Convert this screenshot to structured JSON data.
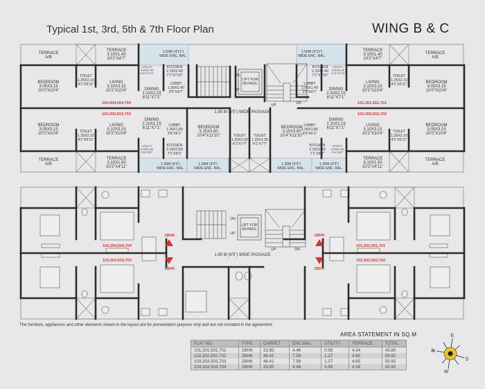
{
  "header": {
    "title": "Typical 1st, 3rd, 5th & 7th Floor Plan",
    "wing": "WING B & C"
  },
  "colors": {
    "background": "#e8e8ea",
    "wall": "#2b2b2b",
    "flat_label": "#d9322e",
    "balcony_tint": "#d7e3ea",
    "compass_fill": "#e8c23a"
  },
  "top_plan": {
    "rooms_left": {
      "terrace_ab_top": "TERRACE\nA/B",
      "terrace_top": {
        "name": "TERRACE",
        "m": "3.10X1.40",
        "ft": "10'2\"X4'7\""
      },
      "enc_bal_top": {
        "m": "1.50M (4'11\")",
        "desc": "WIDE ENC. BAL."
      },
      "utility_top": {
        "name": "UTILITY",
        "m": "0.90X2.40",
        "ft": "2'11\"X7'10\""
      },
      "kitchen_top": {
        "name": "KITCHEN",
        "m": "2.15X2.40",
        "ft": "7'1\"X7'10\""
      },
      "bedroom_top": {
        "name": "BEDROOM",
        "m": "3.05X3.15",
        "ft": "10'0\"X10'4\""
      },
      "toilet_top": {
        "name": "TOILET",
        "m": "1.25X2.10",
        "ft": "4'1\"X6'11\""
      },
      "living_top": {
        "name": "LIVING",
        "m": "3.10X3.15",
        "ft": "10'2\"X10'4\""
      },
      "dining_top": {
        "name": "DINING",
        "m": "2.10X2.15",
        "ft": "6'11\"X7'1\""
      },
      "lobby_top": {
        "name": "LOBBY",
        "m": "1.05X1.40",
        "ft": "3'5\"X4'7\""
      },
      "flat_top": "104,304,504,704",
      "flat_bottom": "103,303,503,703",
      "bedroom_bot": {
        "name": "BEDROOM",
        "m": "3.05X3.15",
        "ft": "10'0\"X10'4\""
      },
      "toilet_bot": {
        "name": "TOILET",
        "m": "1.25X2.10",
        "ft": "4'1\"X6'11\""
      },
      "living_bot": {
        "name": "LIVING",
        "m": "3.10X3.15",
        "ft": "10'2\"X10'4\""
      },
      "dining_bot": {
        "name": "DINING",
        "m": "2.10X2.15",
        "ft": "6'11\"X7'1\""
      },
      "lobby_bot": {
        "name": "LOBBY",
        "m": "1.05X1.85",
        "ft": "3'5\"X6'1\""
      },
      "utility_bot": {
        "name": "UTILITY",
        "m": "0.90X2.50",
        "ft": "2'11\"X8'2\""
      },
      "kitchen_bot": {
        "name": "KITCHEN",
        "m": "2.15X2.50",
        "ft": "7'1\"X8'2\""
      },
      "enc_bal_bot": {
        "m": "1.30M (4'3\")",
        "desc": "WIDE ENC. BAL."
      },
      "terrace_bot": {
        "name": "TERRACE",
        "m": "3.10X1.50",
        "ft": "10'2\"X4'11\""
      },
      "terrace_ab_bot": "TERRACE\nA/B"
    },
    "core": {
      "stair_left": {
        "dn": "DN",
        "up": "UP"
      },
      "lift": "LIFT FOR\n08 PASS.",
      "stair_right": {
        "up": "UP",
        "dn": "DN"
      },
      "passage": "1.95 M (6'5\") WIDE PASSAGE",
      "bedroom_c1": {
        "name": "BEDROOM",
        "m": "3.15X3.60",
        "ft": "10'4\"X11'10\""
      },
      "toilet_c1": {
        "name": "TOILET",
        "m": "1.25X2.30",
        "ft": "4'1\"X7'7\""
      },
      "toilet_c2": {
        "name": "TOILET",
        "m": "1.25X2.30",
        "ft": "4'1\"X7'7\""
      },
      "bedroom_c2": {
        "name": "BEDROOM",
        "m": "3.15X3.60",
        "ft": "10'4\"X11'10\""
      },
      "enc_bal_c1": {
        "m": "1.30M (4'3\")",
        "desc": "WIDE ENC. BAL."
      },
      "enc_bal_c2": {
        "m": "1.30M (4'3\")",
        "desc": "WIDE ENC. BAL."
      }
    },
    "rooms_right": {
      "flat_top": "101,301,501,701",
      "flat_bottom": "102,302,502,702"
    }
  },
  "bottom_plan": {
    "flat_left_top": "104,304,504,704",
    "flat_left_bottom": "103,303,503,703",
    "flat_right_top": "101,301,501,701",
    "flat_right_bottom": "102,302,502,702",
    "marker_1bhk": "1BHK",
    "marker_2bhk": "2BHK",
    "lift": "LIFT FOR\n08 PASS.",
    "passage": "1.95 M (6'5\") WIDE PASSAGE",
    "stair_left": {
      "dn": "DN",
      "up": "UP"
    },
    "stair_right": {
      "up": "UP",
      "dn": "DN"
    }
  },
  "disclaimer": "The furniture, appliances and other elements shown in the layout are for presentation purpose only and are not included in the agreement.",
  "area_statement": {
    "title": "AREA STATEMENT IN SQ.M",
    "columns": [
      "FLAT NO.",
      "TYPE",
      "CARPET",
      "ENC.BAL.",
      "UTILITY",
      "TERRACE",
      "TOTAL"
    ],
    "rows": [
      [
        "101,301,501,701",
        "1BHK",
        "33.85",
        "4.46",
        "0.95",
        "4.34",
        "43.60"
      ],
      [
        "102,302,502,702",
        "2BHK",
        "46.41",
        "7.59",
        "1.27",
        "4.65",
        "59.92"
      ],
      [
        "103,303,503,703",
        "2BHK",
        "46.41",
        "7.59",
        "1.27",
        "4.65",
        "59.92"
      ],
      [
        "104,304,504,704",
        "1BHK",
        "33.85",
        "4.46",
        "0.95",
        "4.34",
        "43.60"
      ]
    ]
  },
  "compass": {
    "n": "N",
    "e": "E",
    "s": "S",
    "w": "W"
  }
}
